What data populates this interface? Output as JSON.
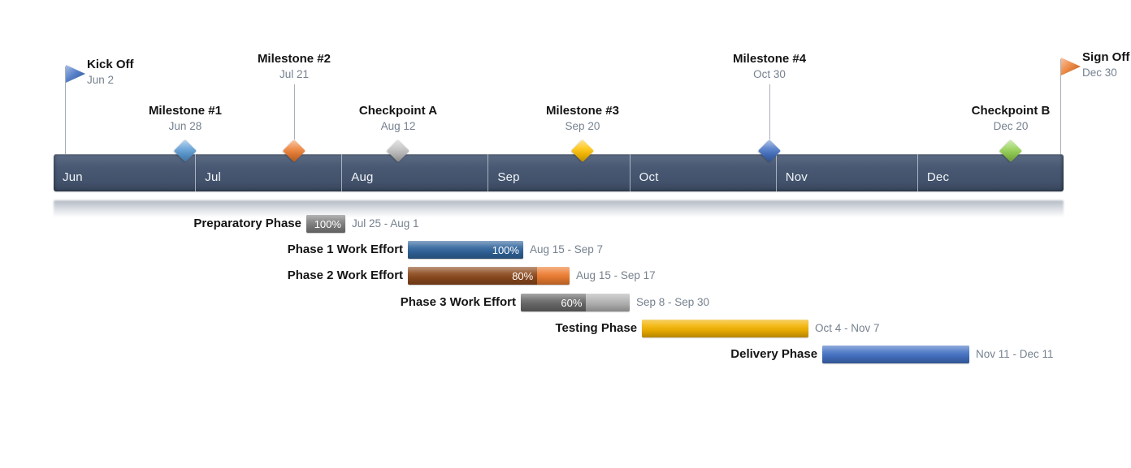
{
  "background": "#ffffff",
  "chart_data": {
    "type": "bar",
    "subtype": "gantt-timeline",
    "title": "",
    "axis": {
      "unit": "months",
      "range_start": "Jun",
      "range_end": "Dec",
      "band_color": "#46556d",
      "months": [
        {
          "label": "Jun",
          "start_pct": 0.0,
          "end_pct": 14.02
        },
        {
          "label": "Jul",
          "start_pct": 14.02,
          "end_pct": 28.5
        },
        {
          "label": "Aug",
          "start_pct": 28.5,
          "end_pct": 42.99
        },
        {
          "label": "Sep",
          "start_pct": 42.99,
          "end_pct": 57.01
        },
        {
          "label": "Oct",
          "start_pct": 57.01,
          "end_pct": 71.5
        },
        {
          "label": "Nov",
          "start_pct": 71.5,
          "end_pct": 85.51
        },
        {
          "label": "Dec",
          "start_pct": 85.51,
          "end_pct": 100.0
        }
      ]
    },
    "milestones": [
      {
        "label": "Kick Off",
        "date": "Jun 2",
        "shape": "flag",
        "color": "#4472c4",
        "x_pct": 1.13,
        "tier": "flag-left"
      },
      {
        "label": "Milestone #1",
        "date": "Jun 28",
        "shape": "diamond",
        "color": "#5b9bd5",
        "x_pct": 13.03,
        "tier": "low"
      },
      {
        "label": "Milestone #2",
        "date": "Jul 21",
        "shape": "diamond",
        "color": "#ed7d31",
        "x_pct": 23.81,
        "tier": "high",
        "connector": true
      },
      {
        "label": "Checkpoint A",
        "date": "Aug 12",
        "shape": "diamond",
        "color": "#bfbfbf",
        "x_pct": 34.11,
        "tier": "low"
      },
      {
        "label": "Milestone #3",
        "date": "Sep 20",
        "shape": "diamond",
        "color": "#ffc000",
        "x_pct": 52.37,
        "tier": "low"
      },
      {
        "label": "Milestone #4",
        "date": "Oct 30",
        "shape": "diamond",
        "color": "#4472c4",
        "x_pct": 70.88,
        "tier": "high",
        "connector": true
      },
      {
        "label": "Checkpoint B",
        "date": "Dec 20",
        "shape": "diamond",
        "color": "#92d050",
        "x_pct": 94.77,
        "tier": "low"
      },
      {
        "label": "Sign Off",
        "date": "Dec 30",
        "shape": "flag",
        "color": "#ed7d31",
        "x_pct": 99.68,
        "tier": "flag-right"
      }
    ],
    "tasks": [
      {
        "label": "Preparatory Phase",
        "dates": "Jul 25 - Aug 1",
        "percent_label": "100%",
        "percent_complete": 100,
        "color_done": "#7f7f7f",
        "color_remaining": null,
        "start_pct": 25.02,
        "end_pct": 28.88
      },
      {
        "label": "Phase 1 Work Effort",
        "dates": "Aug 15 - Sep 7",
        "percent_label": "100%",
        "percent_complete": 100,
        "color_done": "#31659c",
        "color_remaining": null,
        "start_pct": 35.08,
        "end_pct": 46.5
      },
      {
        "label": "Phase 2 Work Effort",
        "dates": "Aug 15 - Sep 17",
        "percent_label": "80%",
        "percent_complete": 80,
        "color_done": "#8c4a1e",
        "color_remaining": "#ed7d31",
        "start_pct": 35.08,
        "end_pct": 51.09
      },
      {
        "label": "Phase 3 Work Effort",
        "dates": "Sep 8 - Sep 30",
        "percent_label": "60%",
        "percent_complete": 60,
        "color_done": "#696969",
        "color_remaining": "#b3b3b3",
        "start_pct": 46.26,
        "end_pct": 57.04
      },
      {
        "label": "Testing Phase",
        "dates": "Oct 4 - Nov 7",
        "percent_label": null,
        "percent_complete": null,
        "color_done": "#f2b200",
        "color_remaining": null,
        "start_pct": 58.25,
        "end_pct": 74.74
      },
      {
        "label": "Delivery Phase",
        "dates": "Nov 11 - Dec 11",
        "percent_label": null,
        "percent_complete": null,
        "color_done": "#4472c4",
        "color_remaining": null,
        "start_pct": 76.11,
        "end_pct": 90.67
      }
    ]
  }
}
